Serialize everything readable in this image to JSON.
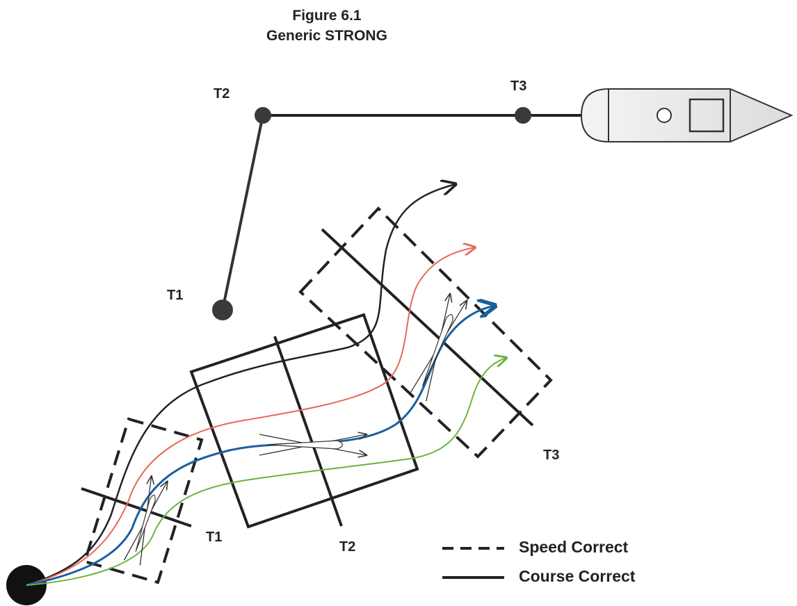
{
  "figure": {
    "title_line1": "Figure 6.1",
    "title_line2": "Generic STRONG"
  },
  "formation": {
    "markers": [
      "T1",
      "T2",
      "T3"
    ]
  },
  "maneuver_zones": [
    {
      "label": "T1",
      "type": "Speed Correct"
    },
    {
      "label": "T2",
      "type": "Course Correct"
    },
    {
      "label": "T3",
      "type": "Speed Correct"
    }
  ],
  "tracks": [
    {
      "color": "#222222"
    },
    {
      "color": "#e8675a"
    },
    {
      "color": "#1a5f9e"
    },
    {
      "color": "#6cb33f"
    }
  ],
  "legend": {
    "speed_label": "Speed Correct",
    "course_label": "Course Correct"
  }
}
